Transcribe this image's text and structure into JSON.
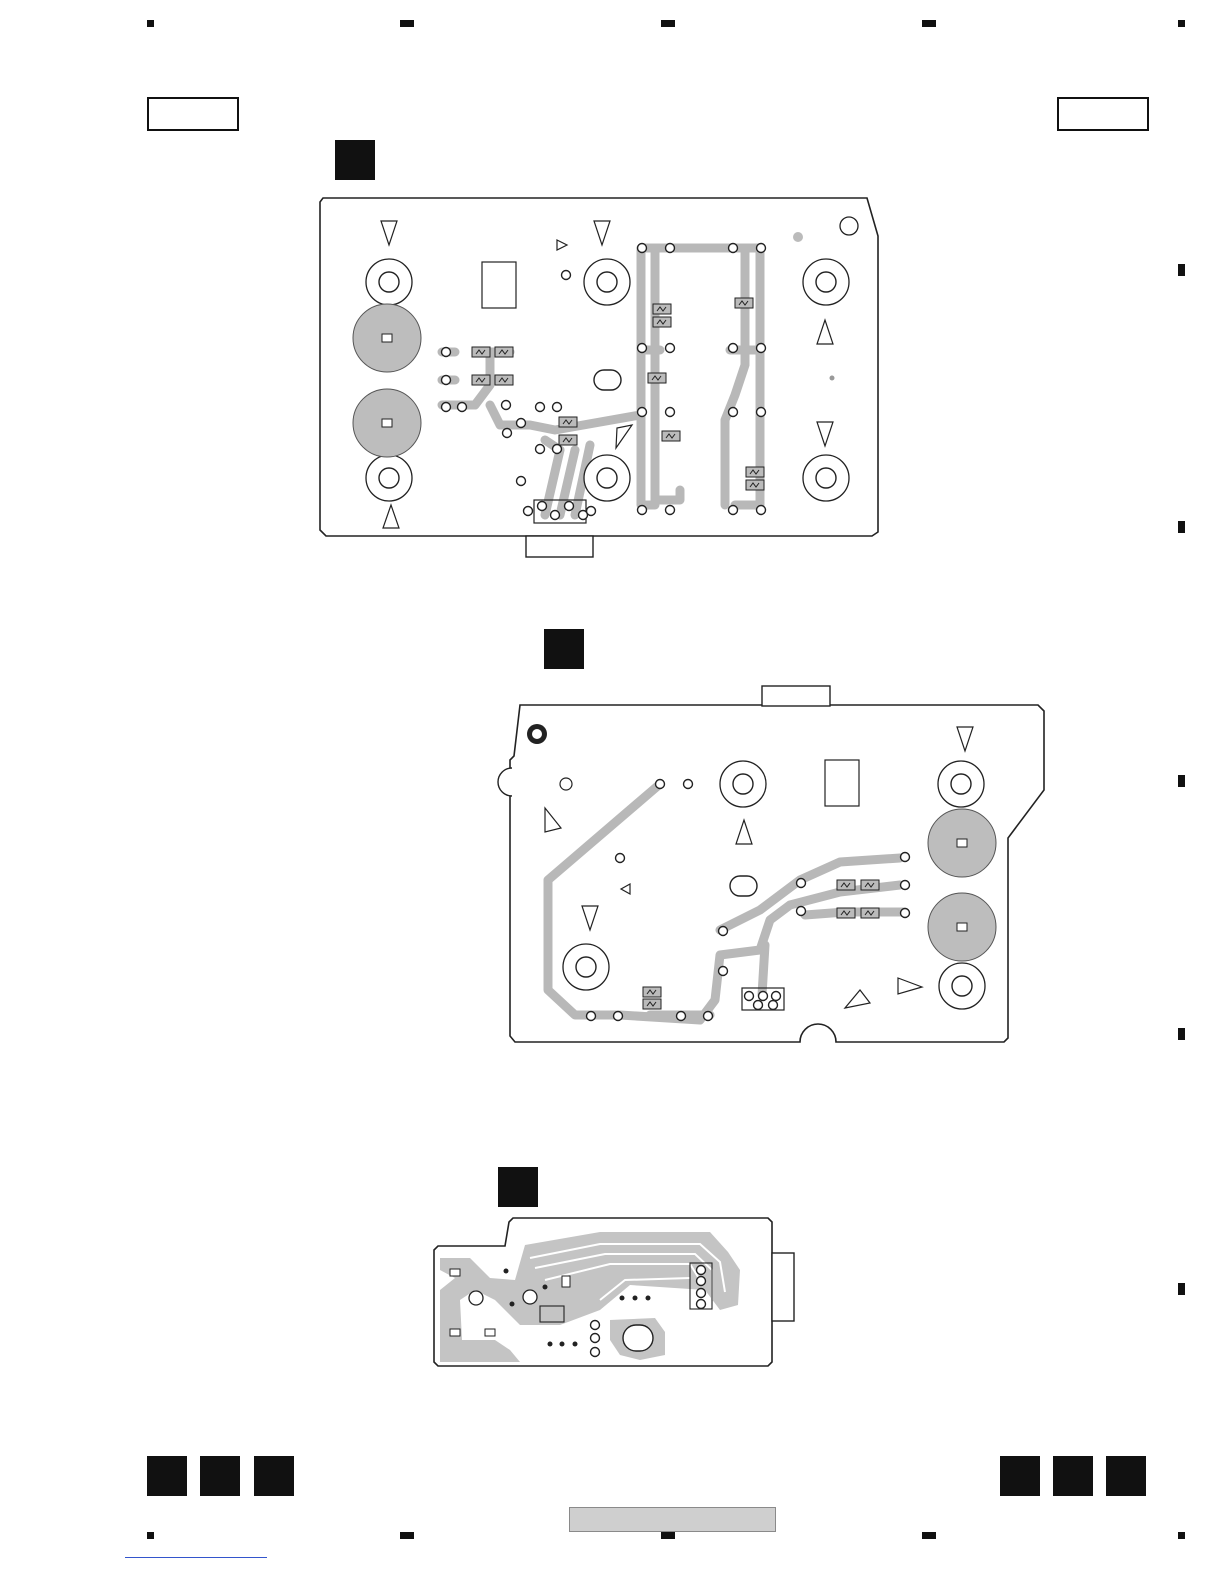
{
  "page": {
    "header_left_box": "",
    "header_right_box": "",
    "footer_label": ""
  },
  "boards": [
    {
      "id": "board-1",
      "tab_label": "",
      "connector_label": ""
    },
    {
      "id": "board-2",
      "tab_label": "",
      "connector_label": ""
    },
    {
      "id": "board-3",
      "tab_label": "",
      "connector_label": ""
    }
  ],
  "colors": {
    "trace": "#b8b8b8",
    "outline": "#222222",
    "tab": "#111111",
    "footer_bar": "#cfcfcf"
  }
}
